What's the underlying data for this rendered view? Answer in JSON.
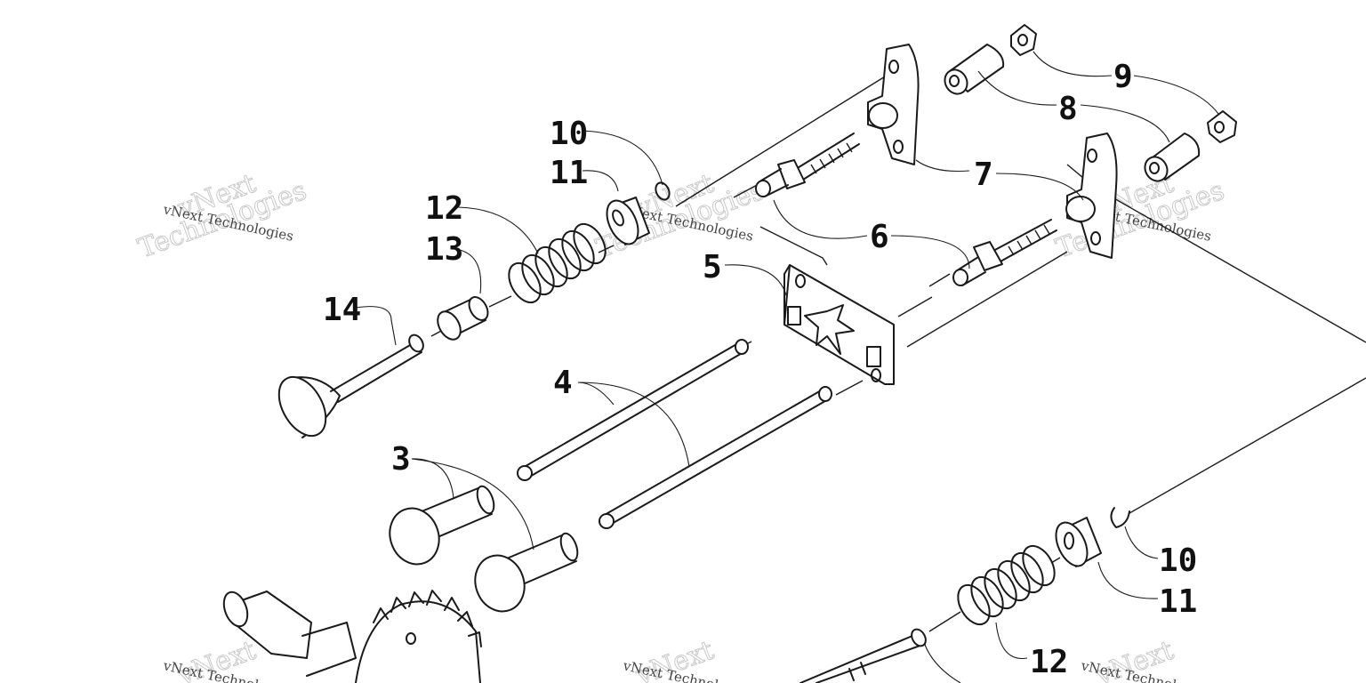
{
  "callouts": {
    "c3": "3",
    "c4": "4",
    "c5": "5",
    "c6": "6",
    "c7": "7",
    "c8": "8",
    "c9": "9",
    "c10a": "10",
    "c10b": "10",
    "c11a": "11",
    "c11b": "11",
    "c12a": "12",
    "c12b": "12",
    "c13": "13",
    "c14": "14"
  },
  "watermark": {
    "small": "vNext Technologies",
    "word1": "vNext",
    "word2": "Technologies"
  }
}
